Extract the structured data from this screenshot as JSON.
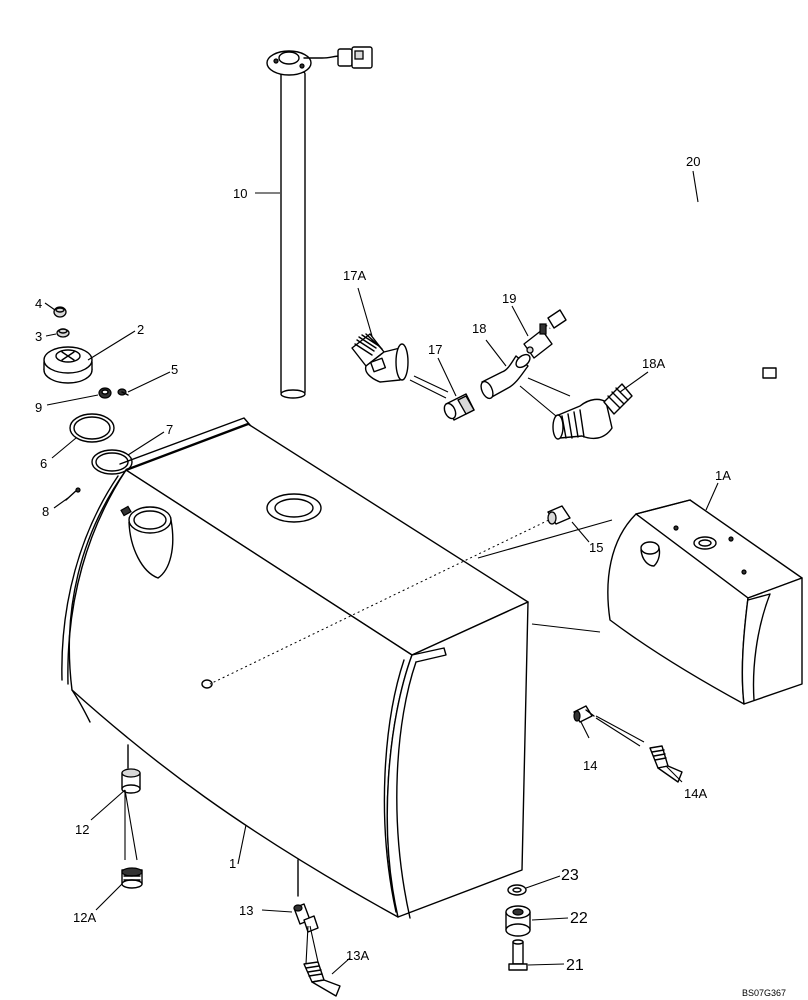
{
  "callouts": {
    "c1": "1",
    "c1A": "1A",
    "c2": "2",
    "c3": "3",
    "c4": "4",
    "c5": "5",
    "c6": "6",
    "c7": "7",
    "c8": "8",
    "c9": "9",
    "c10": "10",
    "c12": "12",
    "c12A": "12A",
    "c13": "13",
    "c13A": "13A",
    "c14": "14",
    "c14A": "14A",
    "c15": "15",
    "c17": "17",
    "c17A": "17A",
    "c18": "18",
    "c18A": "18A",
    "c19": "19",
    "c20": "20",
    "c21": "21",
    "c22": "22",
    "c23": "23"
  },
  "drawing_code": "BS07G367"
}
